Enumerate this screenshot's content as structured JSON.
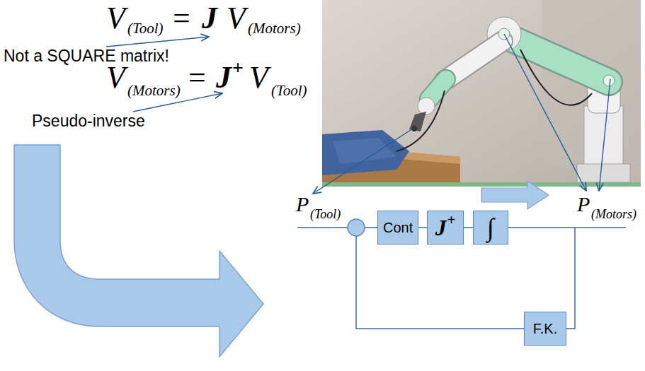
{
  "diagram": {
    "nodes": [
      {
        "text": [
          "Cont"
        ]
      },
      {
        "text": [
          "J",
          "+"
        ]
      },
      {
        "text": [
          "∫"
        ]
      },
      {
        "text": [
          "F.K."
        ]
      }
    ],
    "edges": [
      {
        "from": 0,
        "to": 1,
        "arrow": "none"
      },
      {
        "from": 1,
        "to": 2,
        "arrow": "none"
      },
      {
        "from": 2,
        "to": 3,
        "arrow": "none"
      },
      {
        "from": 3,
        "to": 0,
        "arrow": "none"
      }
    ],
    "labels": [
      "V",
      "(Tool)",
      "=",
      "J",
      "V",
      "(Motors)",
      "V",
      "(Motors)",
      "=",
      "J",
      "+",
      "V",
      "(Tool)",
      "Not a SQUARE matrix!",
      "Pseudo-inverse",
      "P",
      "(Tool)",
      "P",
      "(Motors)"
    ]
  }
}
